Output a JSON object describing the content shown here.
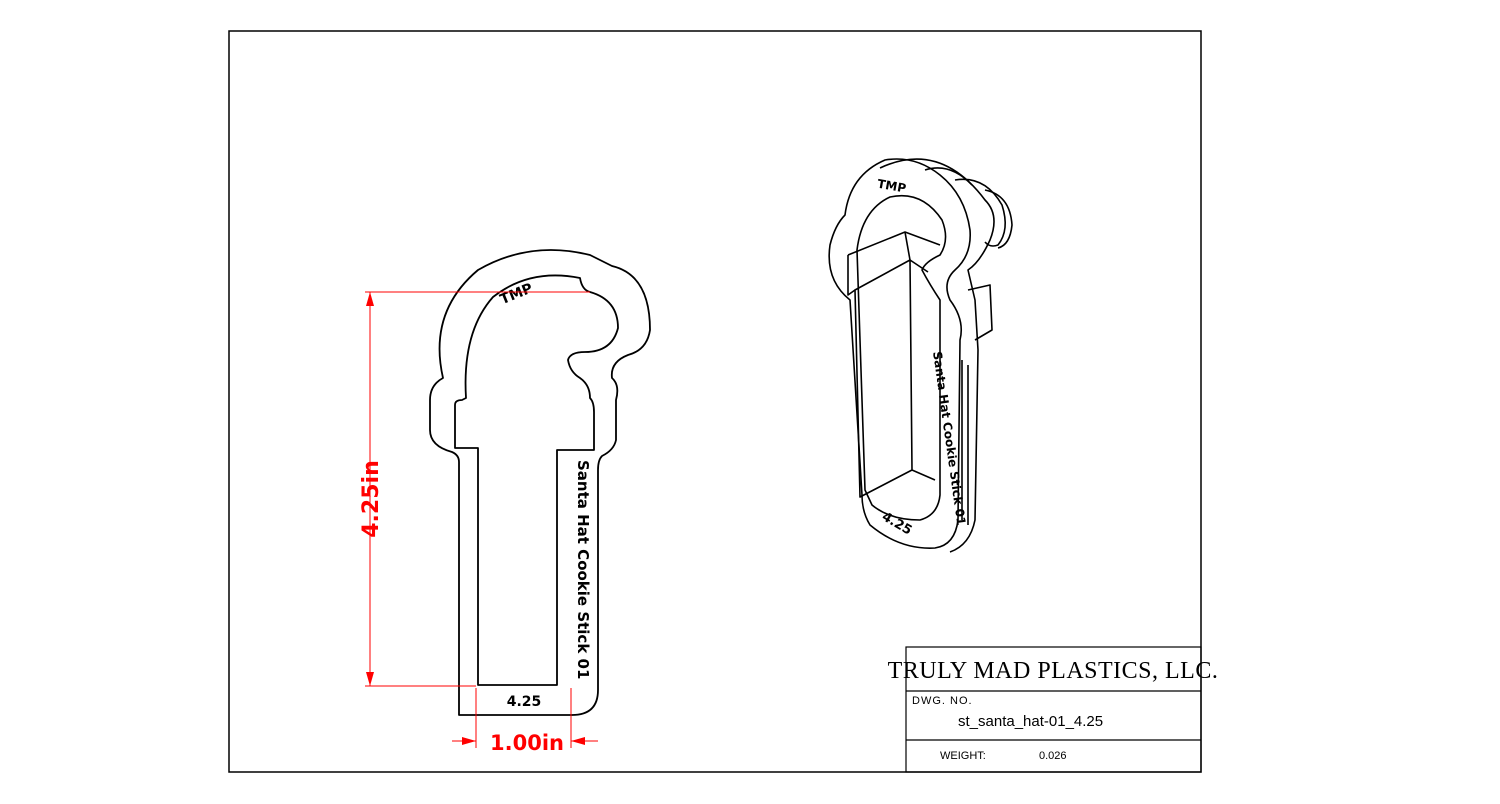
{
  "drawing": {
    "dim_height": "4.25in",
    "dim_width": "1.00in",
    "part_label_top": "TMP",
    "part_label_side": "Santa Hat Cookie Stick 01",
    "part_label_bottom": "4.25"
  },
  "title_block": {
    "company": "TRULY MAD PLASTICS, LLC.",
    "dwg_no_label": "DWG. NO.",
    "dwg_no_value": "st_santa_hat-01_4.25",
    "weight_label": "WEIGHT:",
    "weight_value": "0.026"
  },
  "colors": {
    "dimension": "#ff0000",
    "line": "#000000",
    "background": "#ffffff"
  }
}
